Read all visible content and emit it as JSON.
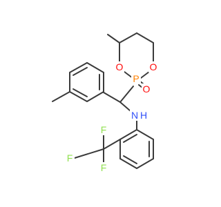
{
  "molecule": {
    "colors": {
      "bond": "#3a3a3a",
      "oxygen": "#ff0d0d",
      "phosphorus": "#ff8000",
      "nitrogen": "#3050f8",
      "fluorine": "#90e050",
      "hydrogen": "#3050f8"
    },
    "atoms": {
      "ring_oxygen_left": "O",
      "ring_oxygen_right": "O",
      "phosphorus": "P",
      "phosphoryl_oxygen": "O",
      "nitrogen": "N",
      "amine_hydrogen": "H",
      "fluorine_top": "F",
      "fluorine_left": "F",
      "fluorine_bottom": "F"
    }
  }
}
